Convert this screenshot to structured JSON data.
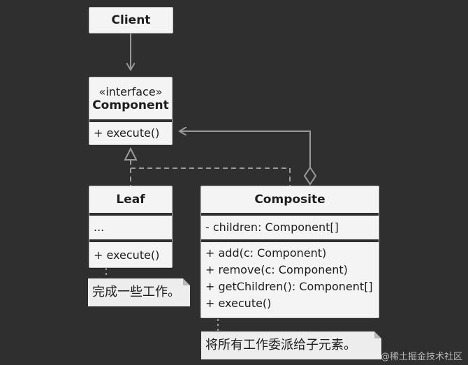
{
  "client": {
    "title": "Client"
  },
  "component": {
    "stereotype": "«interface»",
    "title": "Component",
    "methods": [
      "+ execute()"
    ]
  },
  "leaf": {
    "title": "Leaf",
    "fields": [
      "..."
    ],
    "methods": [
      "+ execute()"
    ],
    "note": "完成一些工作。"
  },
  "composite": {
    "title": "Composite",
    "fields": [
      "- children: Component[]"
    ],
    "methods": [
      "+ add(c: Component)",
      "+ remove(c: Component)",
      "+ getChildren(): Component[]",
      "+ execute()"
    ],
    "note": "将所有工作委派给子元素。"
  },
  "watermark": "@稀土掘金技术社区",
  "colors": {
    "background": "#2f2f2f",
    "box": "#f4f4f4",
    "line": "#9a9a9a",
    "note": "#ededed"
  }
}
